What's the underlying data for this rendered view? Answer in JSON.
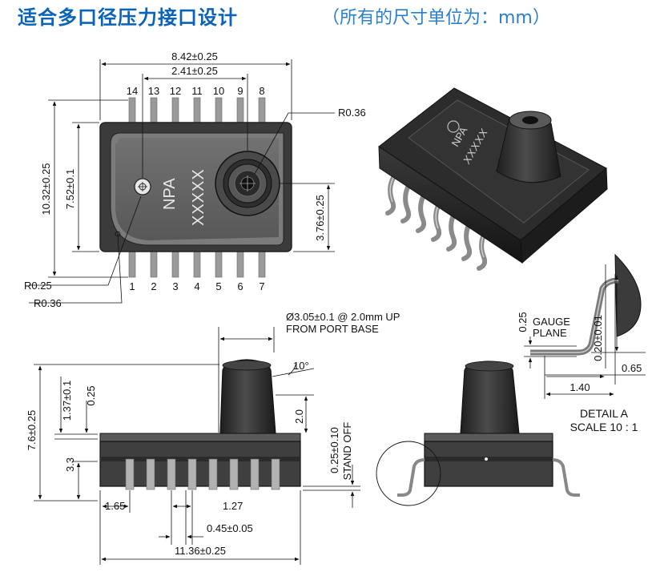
{
  "title": {
    "main": "适合多口径压力接口设计",
    "sub": "（所有的尺寸单位为：mm）"
  },
  "top_view": {
    "dim_width_total": "8.42±0.25",
    "dim_offset": "2.41±0.25",
    "dim_height_total": "10.32±0.25",
    "dim_height_body": "7.52±0.1",
    "dim_port_center": "3.76±0.25",
    "radius_port": "R0.36",
    "radius_corner": "R0.25",
    "radius_pin1": "R0.36",
    "marking_brand": "NPA",
    "marking_code": "XXXXX",
    "pins_top": [
      "14",
      "13",
      "12",
      "11",
      "10",
      "9",
      "8"
    ],
    "pins_bottom": [
      "1",
      "2",
      "3",
      "4",
      "5",
      "6",
      "7"
    ]
  },
  "iso_view": {
    "marking_brand": "NPA",
    "marking_code": "XXXXX"
  },
  "side_view": {
    "port_note_line1": "Ø3.05±0.1 @ 2.0mm UP",
    "port_note_line2": "FROM PORT BASE",
    "angle": "10°",
    "dim_port_height": "2.0",
    "dim_total_height": "7.6±0.25",
    "dim_top_step": "1.37±0.1",
    "dim_step": "0.25",
    "dim_body": "3.3",
    "dim_standoff": "0.25±0.10",
    "standoff_label": "STAND OFF",
    "dim_pin_offset": "1.65",
    "dim_pitch": "1.27",
    "dim_pin_width": "0.45±0.05",
    "dim_total_width": "11.36±0.25"
  },
  "detail_a": {
    "dim_gauge": "0.25",
    "gauge_label_1": "GAUGE",
    "gauge_label_2": "PLANE",
    "dim_thickness": "0.20±0.01",
    "dim_foot": "0.65",
    "dim_reach": "1.40",
    "label_1": "DETAIL A",
    "label_2": "SCALE 10 : 1"
  }
}
